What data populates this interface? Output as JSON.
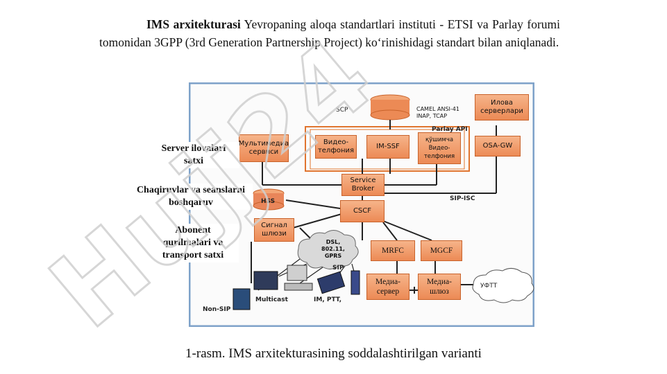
{
  "intro": {
    "term": "IMS arxitekturasi",
    "text": "Yevropaning aloqa standartlari instituti - ETSI va Parlay forumi tomonidan 3GPP (3rd Generation Partnership Project) ko‘rinishidagi standart bilan aniqlanadi."
  },
  "layer_labels": {
    "server": "Server ilovalari satxi",
    "control": "Chaqiruvlar va seanslarni boshqaruv",
    "transport": "Abonent qurilmalari va transport satxi"
  },
  "diagram": {
    "scp": "SCP",
    "camel": "CAMEL ANSI-41 INAP, TCAP",
    "app_servers": "Илова серверлари",
    "parlay_api": "Parlay API",
    "multimedia": "Мультимедиа сервиси",
    "video": "Видео-телфония",
    "imssf": "IM-SSF",
    "extra": "қўшимча Видео-телфония",
    "osagw": "OSA-GW",
    "broker": "Service Broker",
    "sipisc": "SIP-ISC",
    "hss": "HSS",
    "cscf": "CSCF",
    "signal": "Сигнал шлюзи",
    "dsl": "DSL, 802.11, GPRS",
    "sip": "SIP",
    "mrfc": "MRFC",
    "mgcf": "MGCF",
    "media_server": "Медиа-сервер",
    "media_gw": "Медиа-шлюз",
    "uftt": "УФТТ",
    "multicast": "Multicast",
    "im_ptt": "IM, PTT,",
    "nonsip": "Non-SIP"
  },
  "watermark": "Hujj24",
  "caption": "1-rasm. IMS arxitekturasining soddalashtirilgan varianti",
  "colors": {
    "box_fill": "#f0a070",
    "box_border": "#c8622a",
    "frame": "#7ea2c9",
    "watermark": "#d8d8d8"
  }
}
